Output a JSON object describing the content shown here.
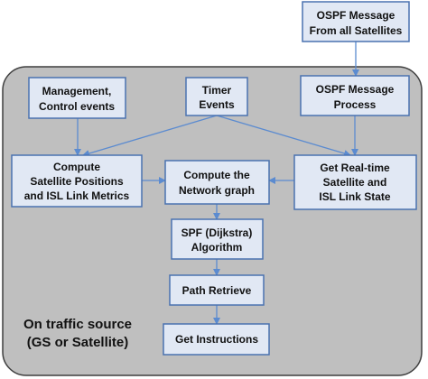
{
  "colors": {
    "region_fill": "#bfbfbf",
    "region_stroke": "#3f3f3f",
    "box_fill": "#e1e8f4",
    "box_stroke": "#4a72b0",
    "arrow": "#5b8bd0"
  },
  "nodes": {
    "ospf_all": {
      "line1": "OSPF Message",
      "line2": "From all Satellites"
    },
    "mgmt": {
      "line1": "Management,",
      "line2": "Control events"
    },
    "timer": {
      "line1": "Timer",
      "line2": "Events"
    },
    "ospf_process": {
      "line1": "OSPF Message",
      "line2": "Process"
    },
    "compute_sat": {
      "line1": "Compute",
      "line2": "Satellite Positions",
      "line3": "and ISL Link Metrics"
    },
    "compute_graph": {
      "line1": "Compute the",
      "line2": "Network graph"
    },
    "realtime": {
      "line1": "Get Real-time",
      "line2": "Satellite and",
      "line3": "ISL Link State"
    },
    "spf": {
      "line1": "SPF (Dijkstra)",
      "line2": "Algorithm"
    },
    "path": {
      "line1": "Path Retrieve"
    },
    "instructions": {
      "line1": "Get Instructions"
    }
  },
  "region_note": {
    "line1": "On traffic source",
    "line2": "(GS or Satellite)"
  }
}
